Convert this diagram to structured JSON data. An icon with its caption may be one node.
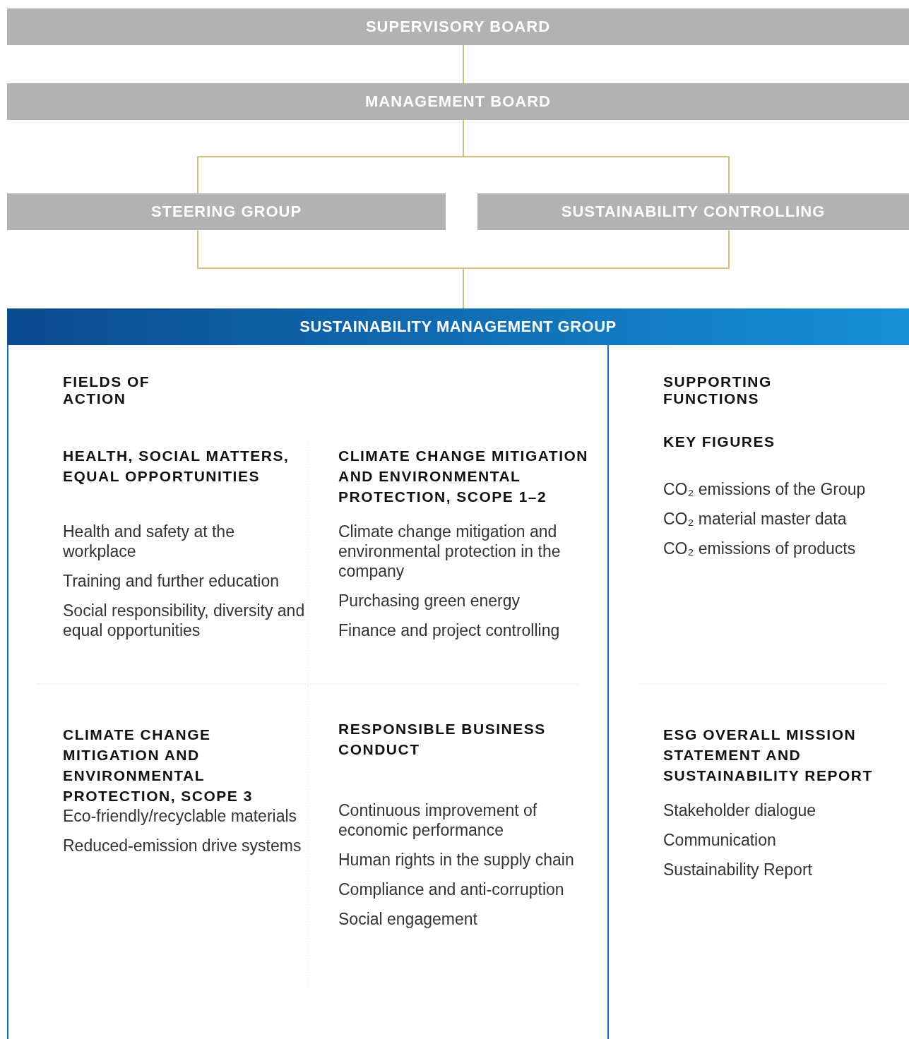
{
  "diagram": {
    "nodes": [
      {
        "text": [
          "SUPERVISORY BOARD"
        ]
      },
      {
        "text": [
          "MANAGEMENT BOARD"
        ]
      },
      {
        "text": [
          "STEERING GROUP"
        ]
      },
      {
        "text": [
          "SUSTAINABILITY CONTROLLING"
        ]
      },
      {
        "text": [
          "SUSTAINABILITY MANAGEMENT GROUP"
        ]
      },
      {
        "text": [
          "FIELDS OF ACTION"
        ],
        "in": 4
      },
      {
        "text": [
          "SUPPORTING FUNCTIONS"
        ],
        "in": 4
      },
      {
        "text": [
          "HEALTH, SOCIAL MATTERS, EQUAL OPPORTUNITIES",
          "Health and safety at the workplace",
          "Training and further education",
          "Social responsibility, diversity and equal opportunities"
        ],
        "in": 5
      },
      {
        "text": [
          "CLIMATE CHANGE MITIGATION AND ENVIRONMENTAL PROTECTION, SCOPE 1–2",
          "Climate change mitigation and environmental protection in the company",
          "Purchasing green energy",
          "Finance and project controlling"
        ],
        "in": 5
      },
      {
        "text": [
          "CLIMATE CHANGE MITIGATION AND ENVIRONMENTAL PROTECTION, SCOPE 3",
          "Eco-friendly/recyclable materials",
          "Reduced-emission drive systems"
        ],
        "in": 5
      },
      {
        "text": [
          "RESPONSIBLE BUSINESS CONDUCT",
          "Continuous improvement of economic performance",
          "Human rights in the supply chain",
          "Compliance and anti-corruption",
          "Social engagement"
        ],
        "in": 5
      },
      {
        "text": [
          "KEY FIGURES",
          "CO₂ emissions of the Group",
          "CO₂ material master data",
          "CO₂ emissions of products"
        ],
        "in": 6
      },
      {
        "text": [
          "ESG OVERALL MISSION STATEMENT AND SUSTAINABILITY REPORT",
          "Stakeholder dialogue",
          "Communication",
          "Sustainability Report"
        ],
        "in": 6
      }
    ],
    "edges": [
      {
        "from": 0,
        "to": 1,
        "arrow": "none"
      },
      {
        "from": 1,
        "to": 2,
        "arrow": "none"
      },
      {
        "from": 1,
        "to": 3,
        "arrow": "none"
      },
      {
        "from": 2,
        "to": 4,
        "arrow": "none"
      },
      {
        "from": 3,
        "to": 4,
        "arrow": "none"
      }
    ]
  }
}
